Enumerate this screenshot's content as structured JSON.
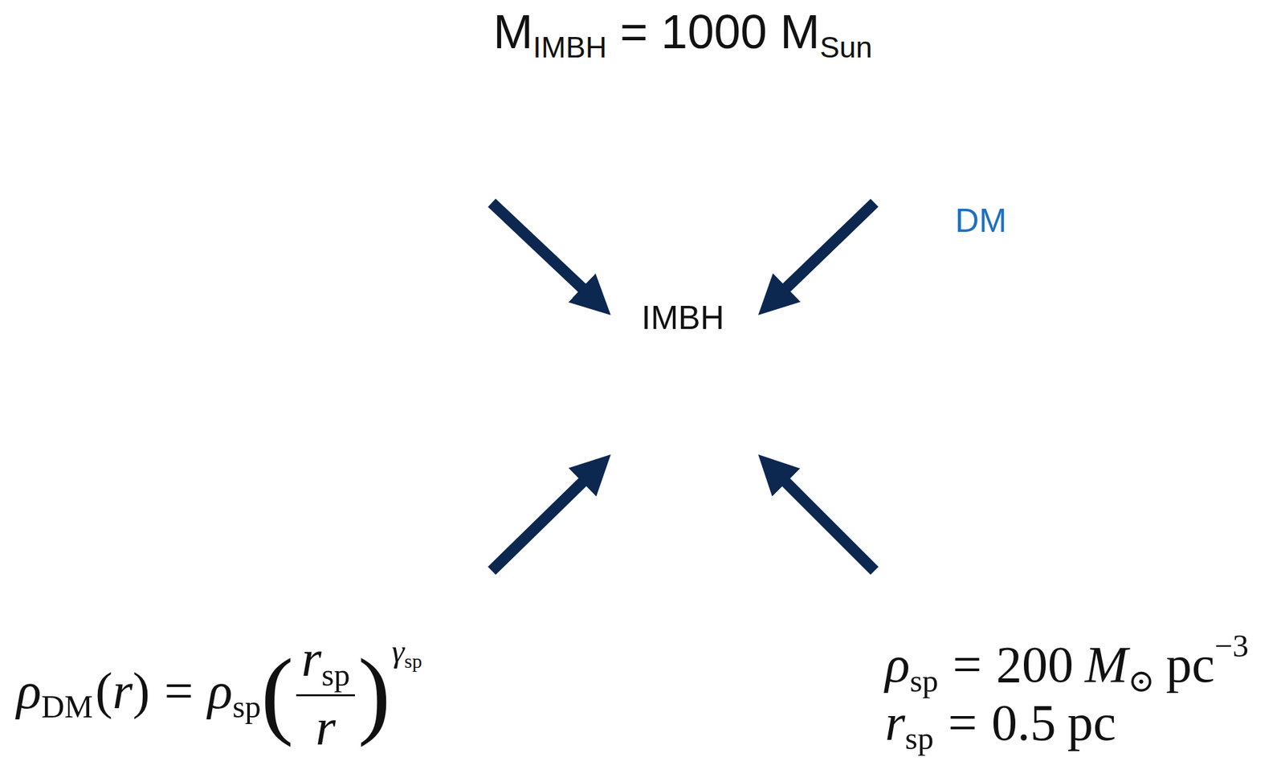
{
  "diagram": {
    "nodes": [
      {
        "text": [
          "DM"
        ]
      },
      {
        "text": [
          "IMBH"
        ],
        "in": 0
      }
    ],
    "labels": [
      "M",
      "IMBH",
      "= 1000 M",
      "Sun",
      "ρ",
      "DM",
      "(",
      "r",
      ")",
      "=",
      "ρ",
      "sp",
      "(",
      "r",
      "sp",
      "r",
      ")",
      "γ",
      "sp",
      "ρ",
      "sp",
      "=",
      "200",
      "M",
      "⊙",
      "pc",
      "−3",
      "r",
      "sp",
      "=",
      "0.5",
      "pc"
    ]
  }
}
